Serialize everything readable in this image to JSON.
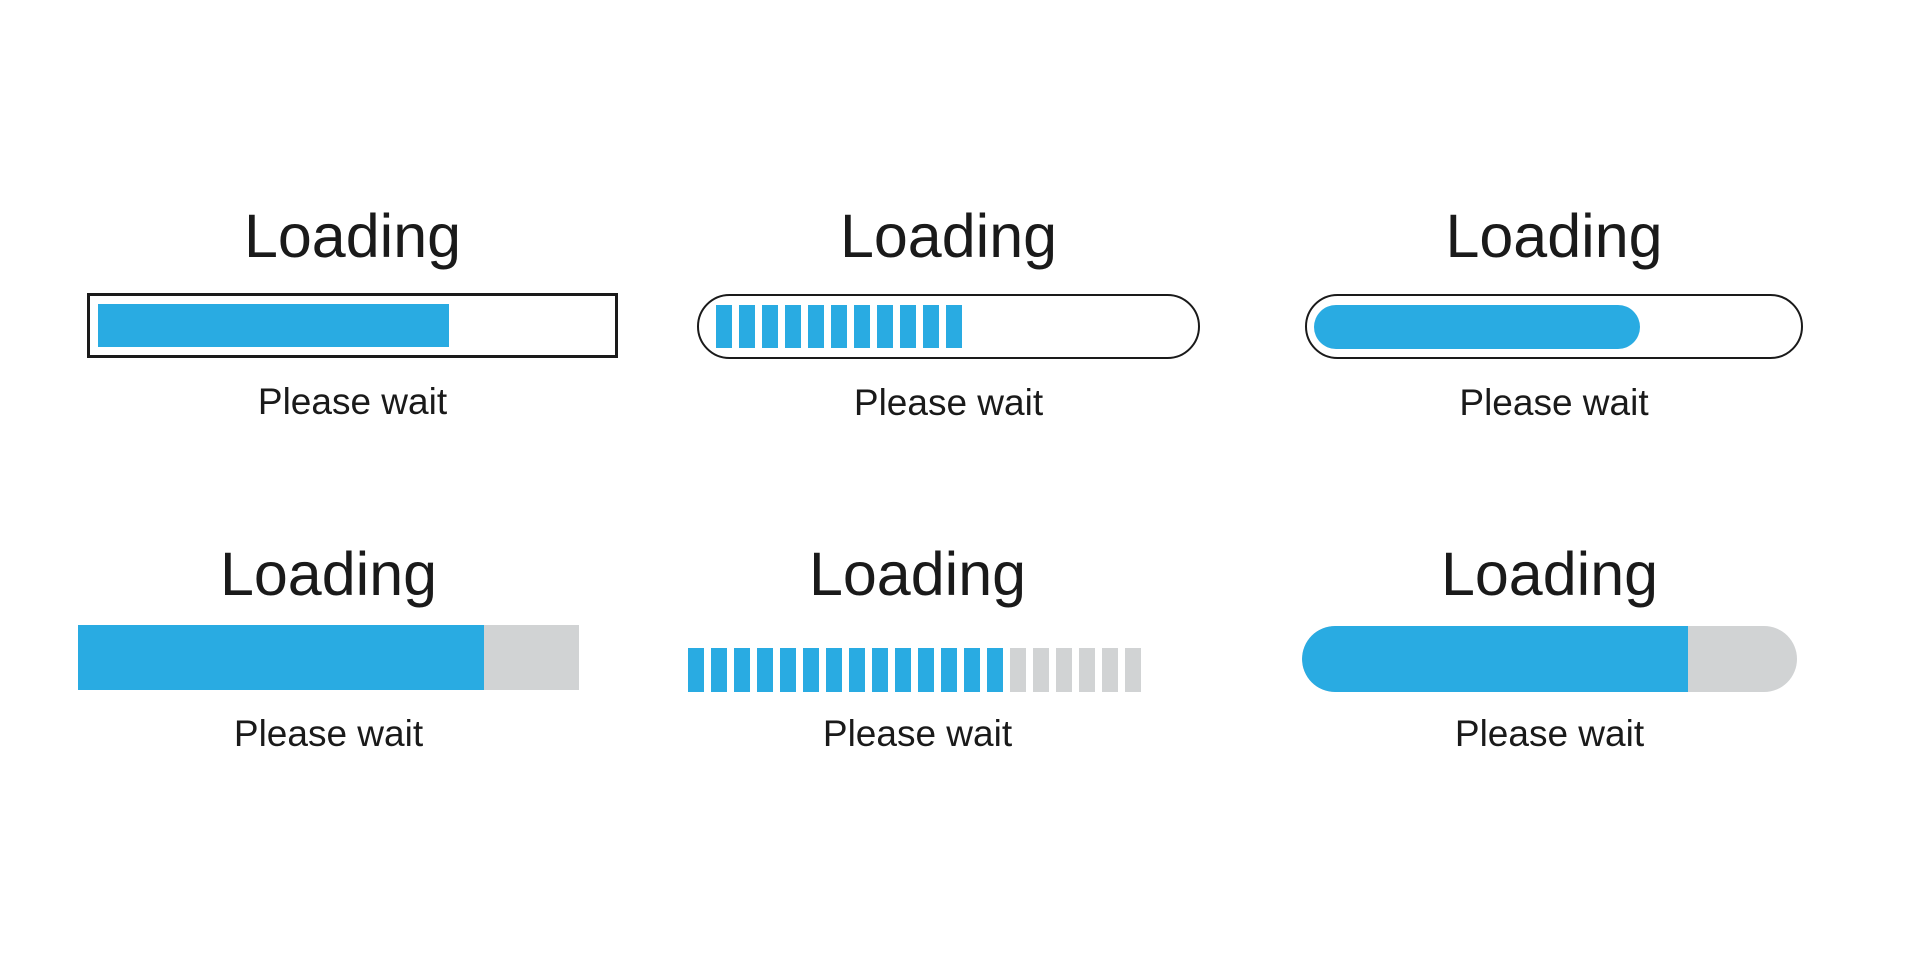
{
  "colors": {
    "background": "#FFFFFF",
    "fill_blue": "#29ABE2",
    "track_gray": "#D1D3D4",
    "outline_black": "#1A1A1A",
    "text_black": "#1A1A1A"
  },
  "loaders": [
    {
      "variant": "outlined-rectangle-solid-fill",
      "title": "Loading",
      "caption": "Please wait",
      "progress_percent": 69
    },
    {
      "variant": "outlined-pill-segmented",
      "title": "Loading",
      "caption": "Please wait",
      "progress_percent": 54,
      "segments": {
        "filled": 11,
        "empty": 0
      }
    },
    {
      "variant": "outlined-pill-rounded-fill",
      "title": "Loading",
      "caption": "Please wait",
      "progress_percent": 67
    },
    {
      "variant": "flat-rectangle-on-track",
      "title": "Loading",
      "caption": "Please wait",
      "progress_percent": 81
    },
    {
      "variant": "segmented-on-track",
      "title": "Loading",
      "caption": "Please wait",
      "progress_percent": 70,
      "segments": {
        "filled": 14,
        "empty": 6
      }
    },
    {
      "variant": "flat-pill-on-track",
      "title": "Loading",
      "caption": "Please wait",
      "progress_percent": 78
    }
  ]
}
